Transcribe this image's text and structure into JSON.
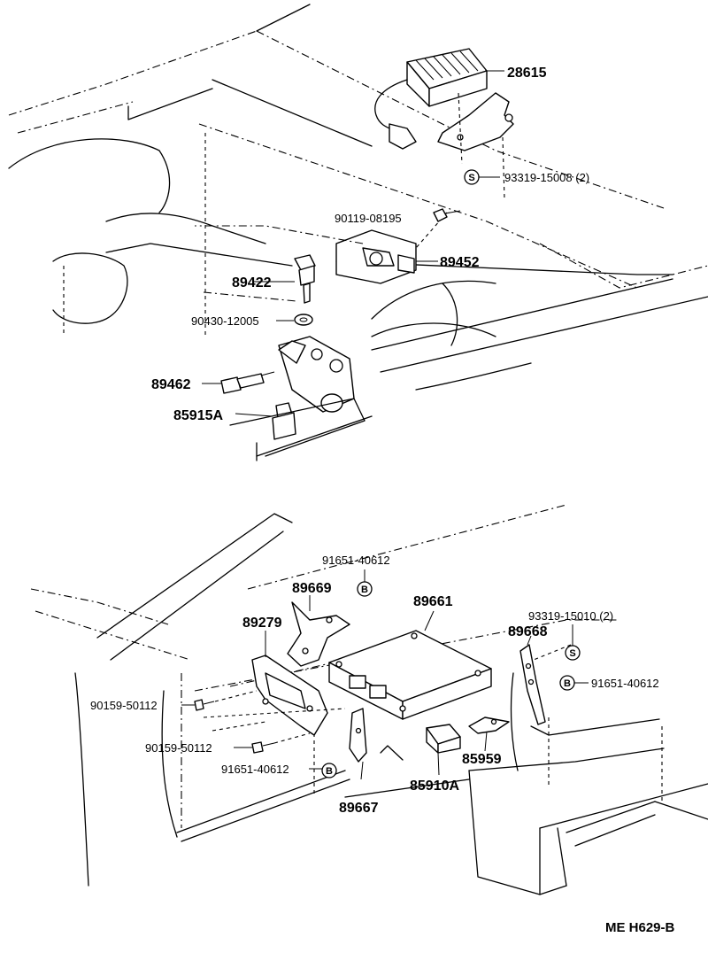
{
  "diagram_code": "ME H629-B",
  "parts": {
    "p28615": "28615",
    "p93319_15008": "93319-15008 (2)",
    "p90119_08195": "90119-08195",
    "p89452": "89452",
    "p89422": "89422",
    "p90430_12005": "90430-12005",
    "p89462": "89462",
    "p85915A": "85915A",
    "p91651_40612_top": "91651-40612",
    "p89669": "89669",
    "p89661": "89661",
    "p89279": "89279",
    "p93319_15010": "93319-15010 (2)",
    "p89668": "89668",
    "p91651_40612_right": "91651-40612",
    "p90159_50112_a": "90159-50112",
    "p90159_50112_b": "90159-50112",
    "p91651_40612_bottom": "91651-40612",
    "p85959": "85959",
    "p85910A": "85910A",
    "p89667": "89667"
  },
  "symbols": {
    "s_mark": "S",
    "b_mark": "B"
  }
}
